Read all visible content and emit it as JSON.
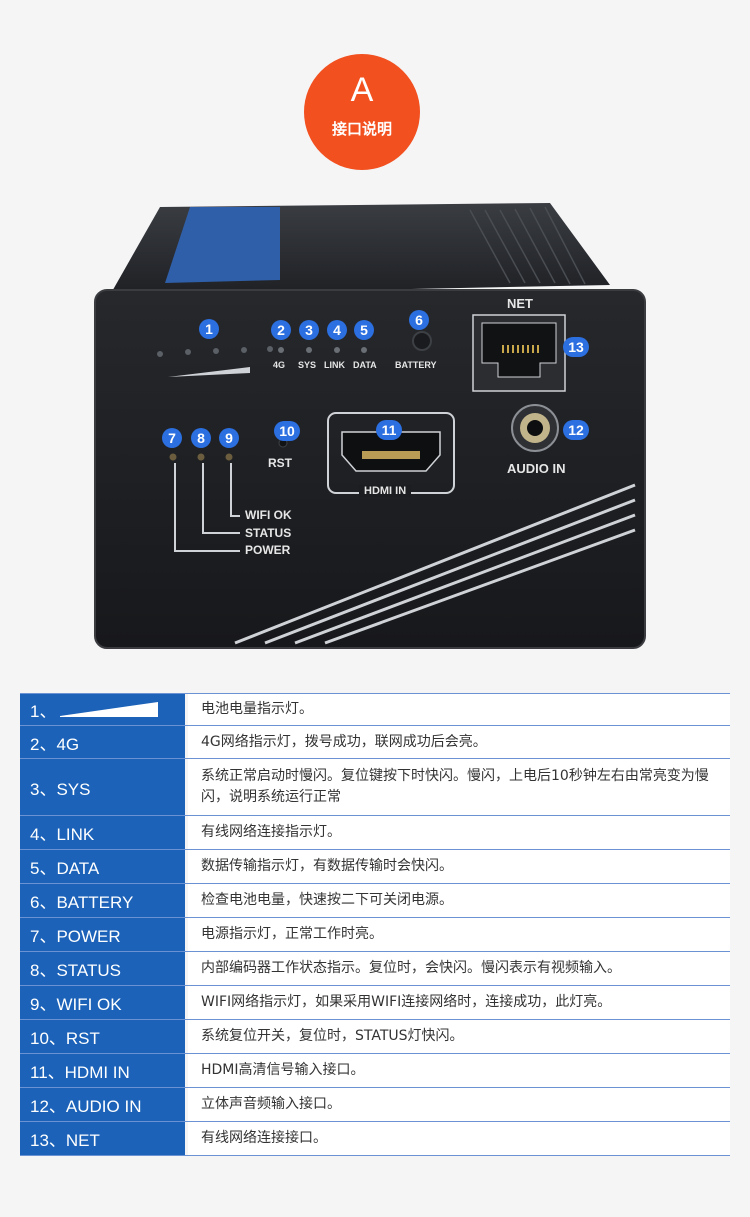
{
  "badge": {
    "letter": "A",
    "subtitle": "接口说明"
  },
  "device": {
    "numbers": [
      "1",
      "2",
      "3",
      "4",
      "5",
      "6",
      "7",
      "8",
      "9",
      "10",
      "11",
      "12",
      "13"
    ],
    "labels": {
      "led_4g": "4G",
      "led_sys": "SYS",
      "led_link": "LINK",
      "led_data": "DATA",
      "battery": "BATTERY",
      "net": "NET",
      "rst": "RST",
      "hdmi_in": "HDMI IN",
      "audio_in": "AUDIO IN",
      "wifi_ok": "WIFI OK",
      "status": "STATUS",
      "power": "POWER"
    }
  },
  "table": [
    {
      "key": "1、",
      "desc": "电池电量指示灯。",
      "icon": "battery-wedge-icon"
    },
    {
      "key": "2、4G",
      "desc": "4G网络指示灯，拨号成功，联网成功后会亮。"
    },
    {
      "key": "3、SYS",
      "desc": "系统正常启动时慢闪。复位键按下时快闪。慢闪，上电后10秒钟左右由常亮变为慢闪，说明系统运行正常"
    },
    {
      "key": "4、LINK",
      "desc": "有线网络连接指示灯。"
    },
    {
      "key": "5、DATA",
      "desc": "数据传输指示灯，有数据传输时会快闪。"
    },
    {
      "key": "6、BATTERY",
      "desc": "检查电池电量，快速按二下可关闭电源。"
    },
    {
      "key": "7、POWER",
      "desc": "电源指示灯，正常工作时亮。"
    },
    {
      "key": "8、STATUS",
      "desc": "内部编码器工作状态指示。复位时，会快闪。慢闪表示有视频输入。"
    },
    {
      "key": "9、WIFI OK",
      "desc": "WIFI网络指示灯，如果采用WIFI连接网络时，连接成功，此灯亮。"
    },
    {
      "key": "10、RST",
      "desc": "系统复位开关，复位时，STATUS灯快闪。"
    },
    {
      "key": "11、HDMI IN",
      "desc": "HDMI高清信号输入接口。"
    },
    {
      "key": "12、AUDIO IN",
      "desc": "立体声音频输入接口。"
    },
    {
      "key": "13、NET",
      "desc": "有线网络连接接口。"
    }
  ]
}
